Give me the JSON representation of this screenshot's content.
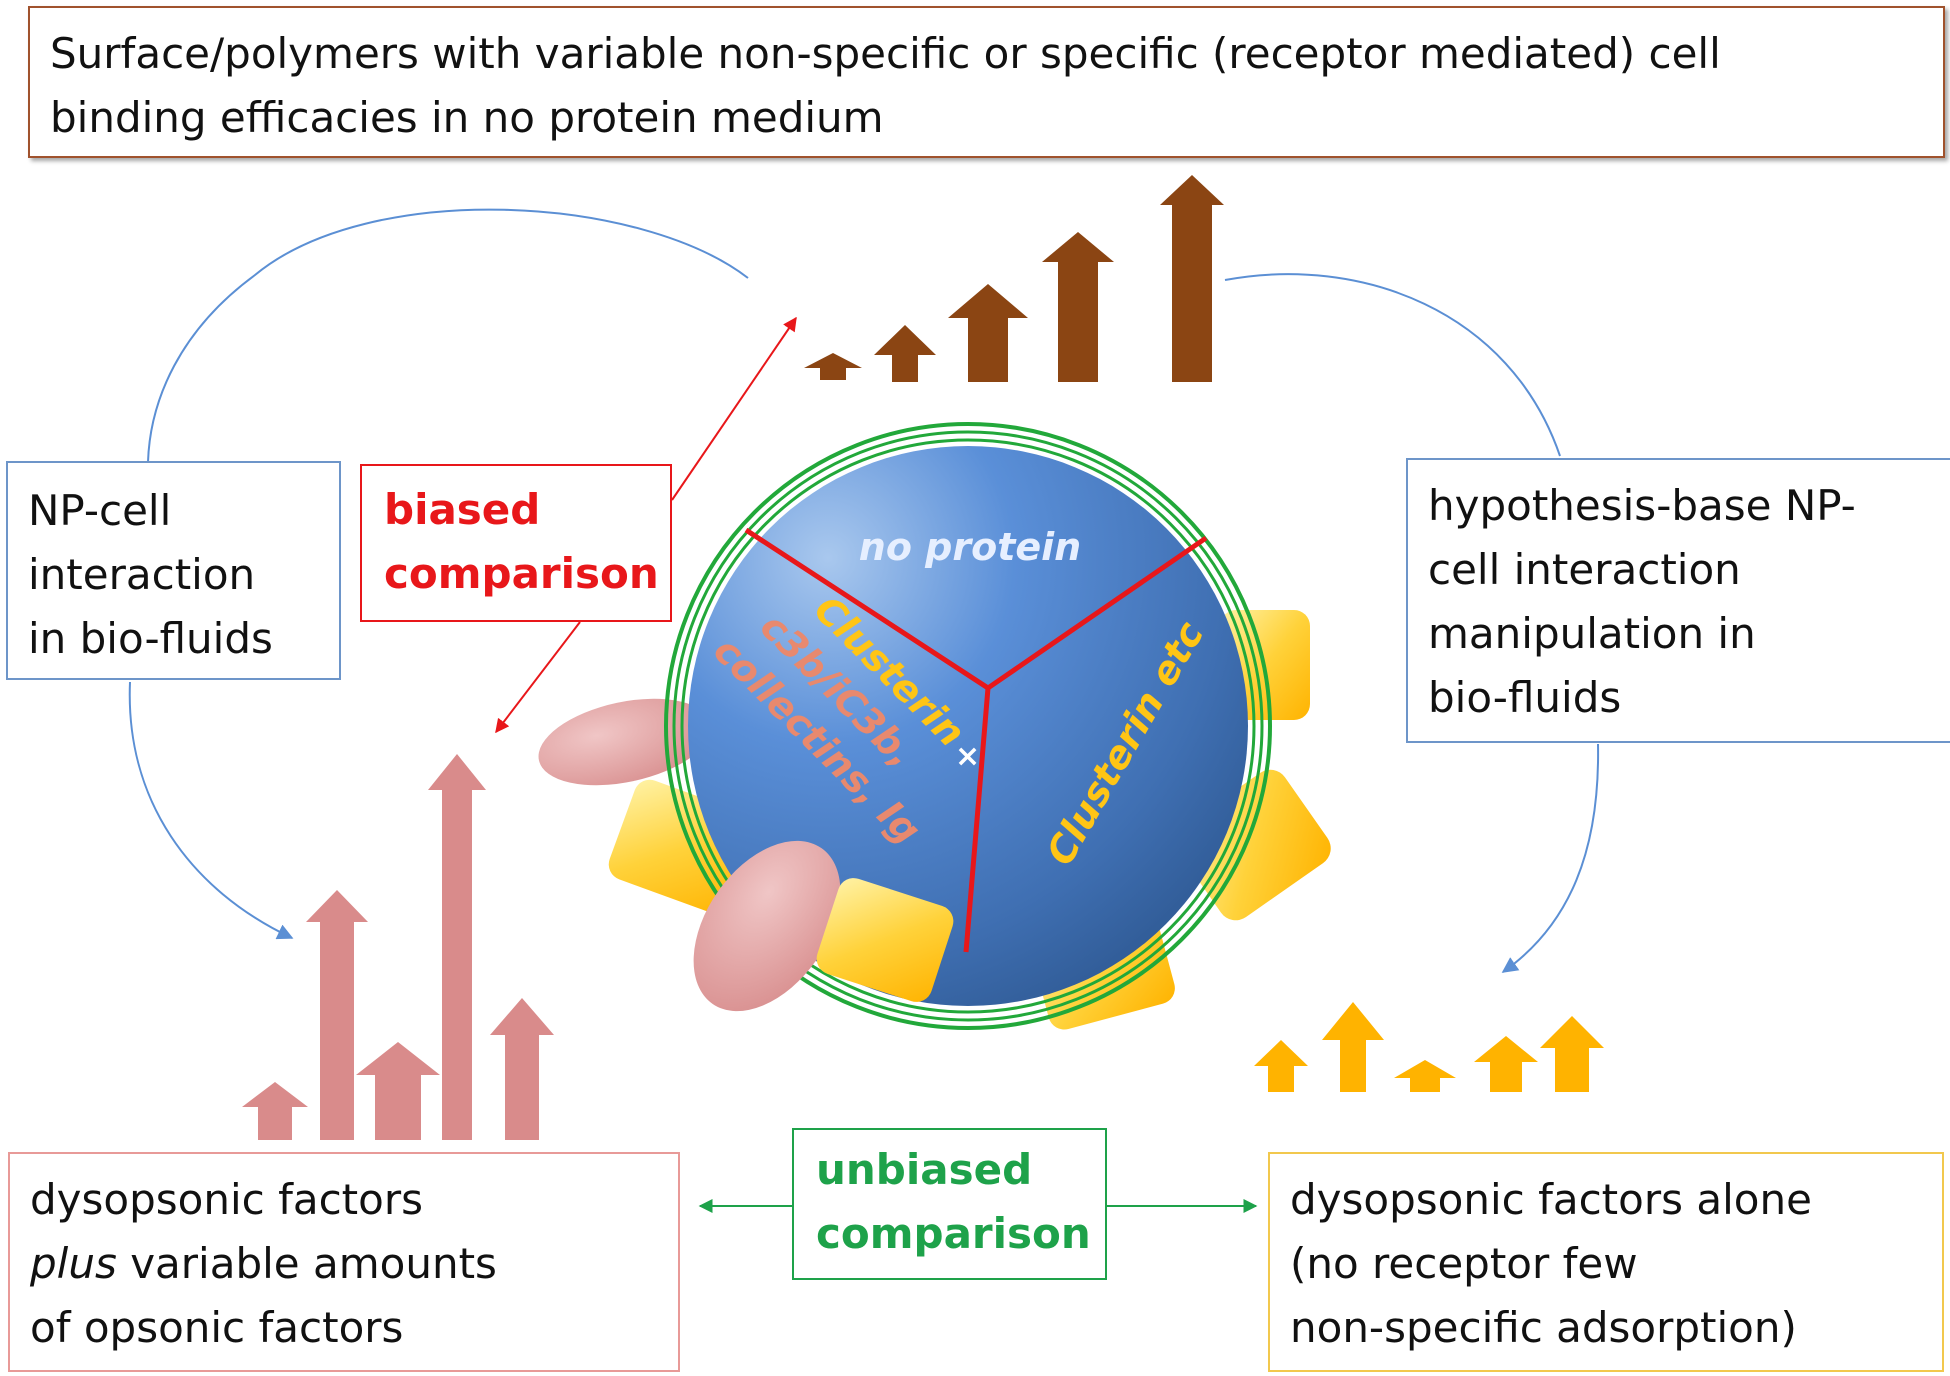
{
  "top_box": {
    "line1": "Surface/polymers with variable non-specific or specific (receptor mediated) cell",
    "line2": "binding efficacies in no protein medium"
  },
  "left_box": {
    "line1": "NP-cell",
    "line2": "interaction",
    "line3": "in bio-fluids"
  },
  "biased_box": {
    "line1": "biased",
    "line2": "comparison"
  },
  "right_box": {
    "line1": "hypothesis-base NP-",
    "line2": "cell interaction",
    "line3": "manipulation in",
    "line4": "bio-fluids"
  },
  "bottom_left_box": {
    "line1": "dysopsonic factors",
    "line2_italic": "plus",
    "line2_rest": " variable amounts",
    "line3": "of opsonic factors"
  },
  "unbiased_box": {
    "line1": "unbiased",
    "line2": "comparison"
  },
  "bottom_right_box": {
    "line1": "dysopsonic factors alone",
    "line2": "(no receptor few",
    "line3": "non-specific adsorption)"
  },
  "nanoparticle": {
    "sector_top": "no protein",
    "sector_left_1": "Clusterin",
    "sector_left_sep": "×",
    "sector_left_2": "c3b/iC3b,",
    "sector_left_3": "collectins, Ig",
    "sector_right": "Clusterin etc"
  },
  "colors": {
    "brown_arrow": "#8b4513",
    "pink_arrow": "#d98b8b",
    "yellow_arrow": "#ffb300",
    "red": "#e8171a",
    "green": "#1ea24a",
    "blue_line": "#5b8fd4"
  }
}
